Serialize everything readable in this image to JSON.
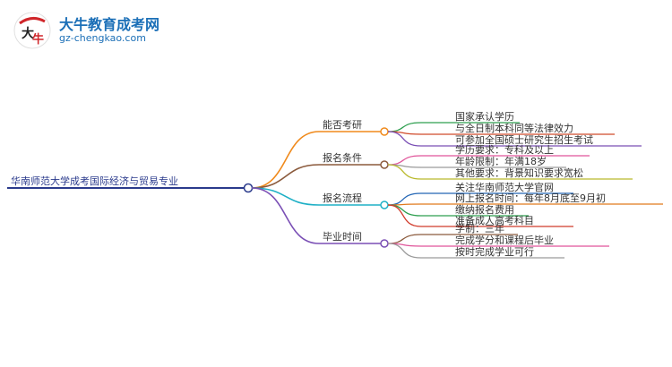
{
  "logo": {
    "title": "大牛教育成考网",
    "url": "gz-chengkao.com"
  },
  "root": {
    "label": "华南师范大学成考国际经济与贸易专业"
  },
  "branches": [
    {
      "label": "能否考研",
      "color": "#f08a1c",
      "children": [
        {
          "label": "国家承认学历",
          "color": "#2e9f4f"
        },
        {
          "label": "与全日制本科同等法律效力",
          "color": "#d04a2a"
        },
        {
          "label": "可参加全国硕士研究生招生考试",
          "color": "#7a4fb5"
        }
      ]
    },
    {
      "label": "报名条件",
      "color": "#8b5a3c",
      "children": [
        {
          "label": "学历要求：专科及以上",
          "color": "#e0559a"
        },
        {
          "label": "年龄限制：年满18岁",
          "color": "#9a9a9a"
        },
        {
          "label": "其他要求：背景知识要求宽松",
          "color": "#b9b92c"
        }
      ]
    },
    {
      "label": "报名流程",
      "color": "#1fb0c6",
      "children": [
        {
          "label": "关注华南师范大学官网",
          "color": "#2366b5"
        },
        {
          "label": "网上报名时间：每年8月底至9月初",
          "color": "#e07a1c"
        },
        {
          "label": "缴纳报名费用",
          "color": "#2e9f4f"
        },
        {
          "label": "准备成人高考科目",
          "color": "#d13a2a"
        }
      ]
    },
    {
      "label": "毕业时间",
      "color": "#7a4fb5",
      "children": [
        {
          "label": "学制：三年",
          "color": "#8b5a3c"
        },
        {
          "label": "完成学分和课程后毕业",
          "color": "#e0559a"
        },
        {
          "label": "按时完成学业可行",
          "color": "#9a9a9a"
        }
      ]
    }
  ]
}
